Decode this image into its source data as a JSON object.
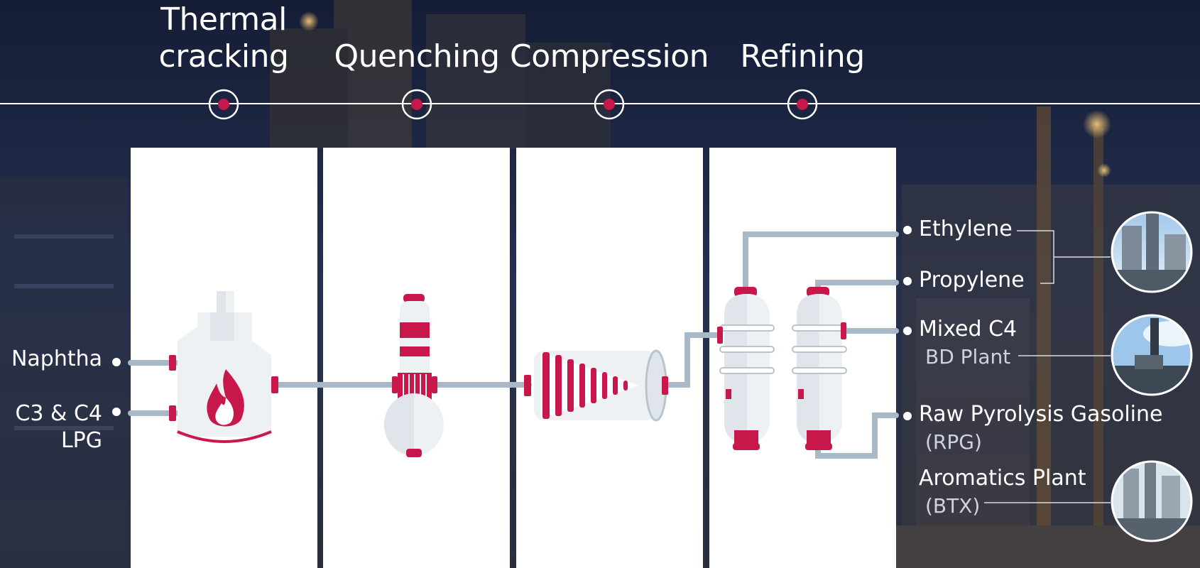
{
  "stages": [
    {
      "title_line1": "Thermal",
      "title_line2": "cracking"
    },
    {
      "title_line1": "",
      "title_line2": "Quenching"
    },
    {
      "title_line1": "",
      "title_line2": "Compression"
    },
    {
      "title_line1": "",
      "title_line2": "Refining"
    }
  ],
  "inputs": [
    {
      "label_line1": "Naphtha",
      "label_line2": ""
    },
    {
      "label_line1": "C3 & C4",
      "label_line2": "LPG"
    }
  ],
  "outputs": [
    {
      "label": "Ethylene",
      "sublabel": ""
    },
    {
      "label": "Propylene",
      "sublabel": ""
    },
    {
      "label": "Mixed C4",
      "sublabel": "BD Plant"
    },
    {
      "label": "Raw Pyrolysis Gasoline",
      "sublabel": "(RPG)"
    },
    {
      "label": "Aromatics Plant",
      "sublabel": "(BTX)"
    }
  ],
  "colors": {
    "accent": "#c8174b",
    "pipe": "#a9b8c6",
    "vessel": "#eef1f4",
    "vessel_shade": "#cfd7df",
    "panel": "#ffffff",
    "background": "#1a2340"
  },
  "icons": [
    "furnace-flame-icon",
    "quench-tower-icon",
    "compressor-icon",
    "distillation-column-icon",
    "plant-photo-icon"
  ]
}
